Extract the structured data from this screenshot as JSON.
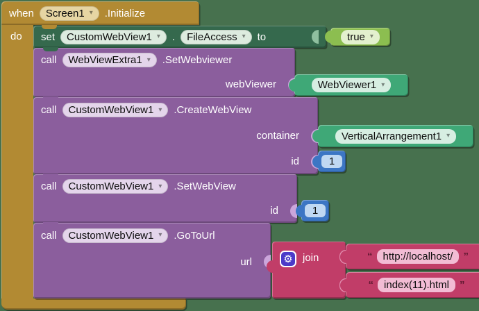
{
  "colors": {
    "bg": "#47714E",
    "gold": "#B28A33",
    "goldLight": "#E6D5A3",
    "green": "#35694D",
    "greenLight": "#DDEBDF",
    "purple": "#8B5E9D",
    "purpleLight": "#E4D5EB",
    "teal": "#3FA877",
    "tealLight": "#D7EEE2",
    "lime": "#8CBE50",
    "limeLight": "#E3F0CE",
    "blue": "#3C76C4",
    "blueLight": "#C0D8F2",
    "magenta": "#C13D68",
    "magentaLight": "#F2BCD4",
    "gear": "#4C3BC9"
  },
  "ui": {
    "caret": "▾",
    "open_quote": "“",
    "close_quote": "”",
    "gear_icon": "⚙"
  },
  "when_event": {
    "keyword": "when",
    "component": "Screen1",
    "event": ".Initialize",
    "do_label": "do"
  },
  "set_fileaccess": {
    "keyword_set": "set",
    "component": "CustomWebView1",
    "dot": ".",
    "property": "FileAccess",
    "keyword_to": "to",
    "value": "true"
  },
  "call_setwebviewer": {
    "keyword": "call",
    "component": "WebViewExtra1",
    "method": ".SetWebviewer",
    "param": "webViewer",
    "value": "WebViewer1"
  },
  "call_createwebview": {
    "keyword": "call",
    "component": "CustomWebView1",
    "method": ".CreateWebView",
    "param_container": "container",
    "container_value": "VerticalArrangement1",
    "param_id": "id",
    "id_value": "1"
  },
  "call_setwebview": {
    "keyword": "call",
    "component": "CustomWebView1",
    "method": ".SetWebView",
    "param_id": "id",
    "id_value": "1"
  },
  "call_gotourl": {
    "keyword": "call",
    "component": "CustomWebView1",
    "method": ".GoToUrl",
    "param_url": "url",
    "join_label": "join",
    "string1": "http://localhost/",
    "string2": "index(11).html"
  }
}
